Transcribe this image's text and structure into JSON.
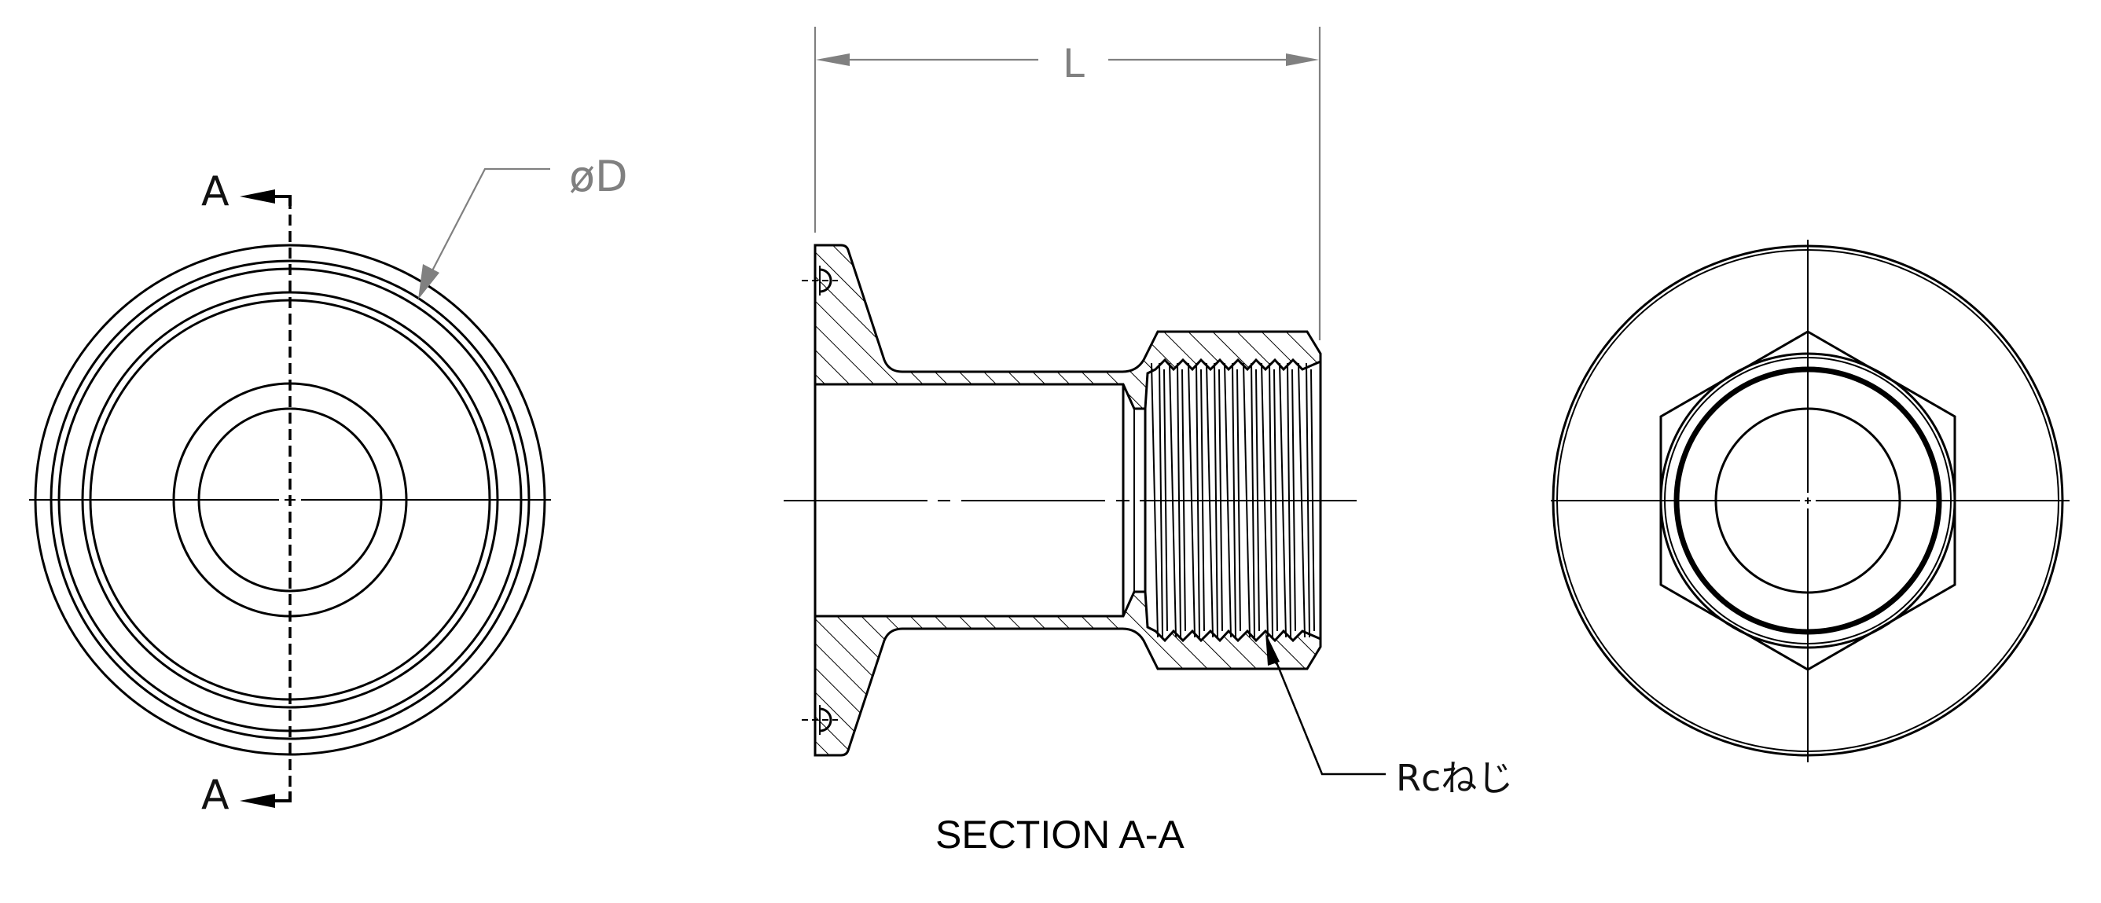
{
  "drawing": {
    "type": "engineering-drawing",
    "subject": "Clamp ferrule to Rc female thread adapter",
    "line_color": "#000000",
    "dimension_color": "#808080"
  },
  "views": {
    "front_view": {
      "section_marks": {
        "top": "A",
        "bottom": "A"
      },
      "diameter_label": "øD"
    },
    "section_view": {
      "title": "SECTION A-A",
      "length_label": "L",
      "thread_callout": "Rcねじ"
    },
    "end_view": {
      "shape": "hexagon with threaded bore"
    }
  }
}
